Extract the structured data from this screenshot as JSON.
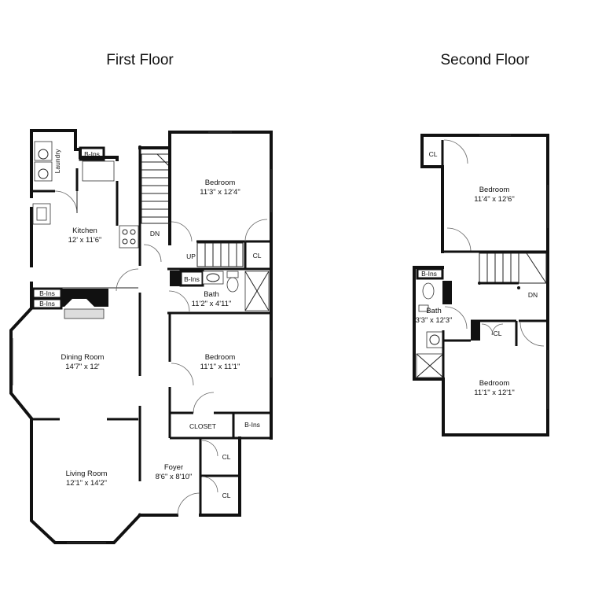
{
  "floors": [
    {
      "title": "First Floor",
      "rooms": [
        {
          "name": "Bedroom",
          "size": "11'3\" x 12'4\""
        },
        {
          "name": "Kitchen",
          "size": "12' x 11'6\""
        },
        {
          "name": "Bath",
          "size": "11'2\" x 4'11\""
        },
        {
          "name": "Dining Room",
          "size": "14'7\" x 12'"
        },
        {
          "name": "Bedroom",
          "size": "11'1\" x 11'1\""
        },
        {
          "name": "Living Room",
          "size": "12'1\" x 14'2\""
        },
        {
          "name": "Foyer",
          "size": "8'6\" x 8'10\""
        }
      ],
      "labels": {
        "laundry": "Laundry",
        "b_ins_kitchen": "B-Ins",
        "b_ins_bath": "B-Ins",
        "b_ins_dining_1": "B-Ins",
        "b_ins_dining_2": "B-Ins",
        "b_ins_bedroom": "B-Ins",
        "closet": "CLOSET",
        "cl_bedroom": "CL",
        "cl_foyer_1": "CL",
        "cl_foyer_2": "CL",
        "stair_dn": "DN",
        "stair_up": "UP"
      }
    },
    {
      "title": "Second Floor",
      "rooms": [
        {
          "name": "Bedroom",
          "size": "11'4\" x 12'6\""
        },
        {
          "name": "Bath",
          "size": "3'3\" x 12'3\""
        },
        {
          "name": "Bedroom",
          "size": "11'1\" x 12'1\""
        }
      ],
      "labels": {
        "cl_top": "CL",
        "cl_mid": "CL",
        "b_ins": "B-Ins",
        "stair_dn": "DN"
      }
    }
  ]
}
